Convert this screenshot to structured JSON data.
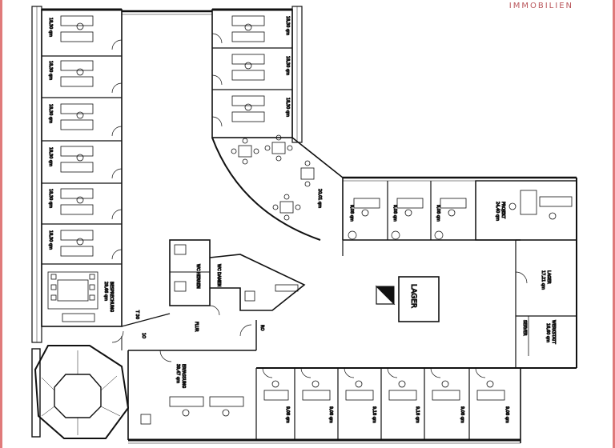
{
  "header": {
    "brand": "IMMOBILIEN",
    "brand_color": "#b9555a"
  },
  "frame": {
    "accent_color": "#e07a7a"
  },
  "plan": {
    "left_wing_offices": [
      {
        "area": "18,30 qm"
      },
      {
        "area": "18,30 qm"
      },
      {
        "area": "18,30 qm"
      },
      {
        "area": "18,30 qm"
      },
      {
        "area": "18,30 qm"
      },
      {
        "area": "18,30 qm"
      }
    ],
    "right_wing_offices": [
      {
        "area": "18,30 qm"
      },
      {
        "area": "18,30 qm"
      },
      {
        "area": "18,30 qm"
      }
    ],
    "meeting_room": {
      "name": "BESPRECHUNG",
      "area": "29,66 qm"
    },
    "social_room": {
      "area": "20,01 qm"
    },
    "top_offices": [
      {
        "area": "9,08 qm"
      },
      {
        "area": "9,08 qm"
      },
      {
        "area": "9,08 qm"
      }
    ],
    "project_room": {
      "name": "PROJEKT",
      "area": "24,40 qm"
    },
    "storage": {
      "name": "LAGER",
      "area": "17,21 qm"
    },
    "workshop": {
      "name": "WERKSTATT",
      "area": "16,60 qm"
    },
    "server": {
      "name": "SERVER"
    },
    "lager_sign": "LAGER",
    "capture_room": {
      "name": "ERFASSUNG",
      "area": "39,47 qm"
    },
    "bottom_offices": [
      {
        "area": "9,08 qm"
      },
      {
        "area": "9,08 qm"
      },
      {
        "area": "9,18 qm"
      },
      {
        "area": "9,18 qm"
      },
      {
        "area": "9,08 qm"
      },
      {
        "area": "9,08 qm"
      }
    ],
    "corridor_label": "FLUR",
    "wc_labels": [
      "WC HERREN",
      "WC DAMEN"
    ],
    "misc_labels": [
      "T 30",
      "1O",
      "RO"
    ]
  }
}
